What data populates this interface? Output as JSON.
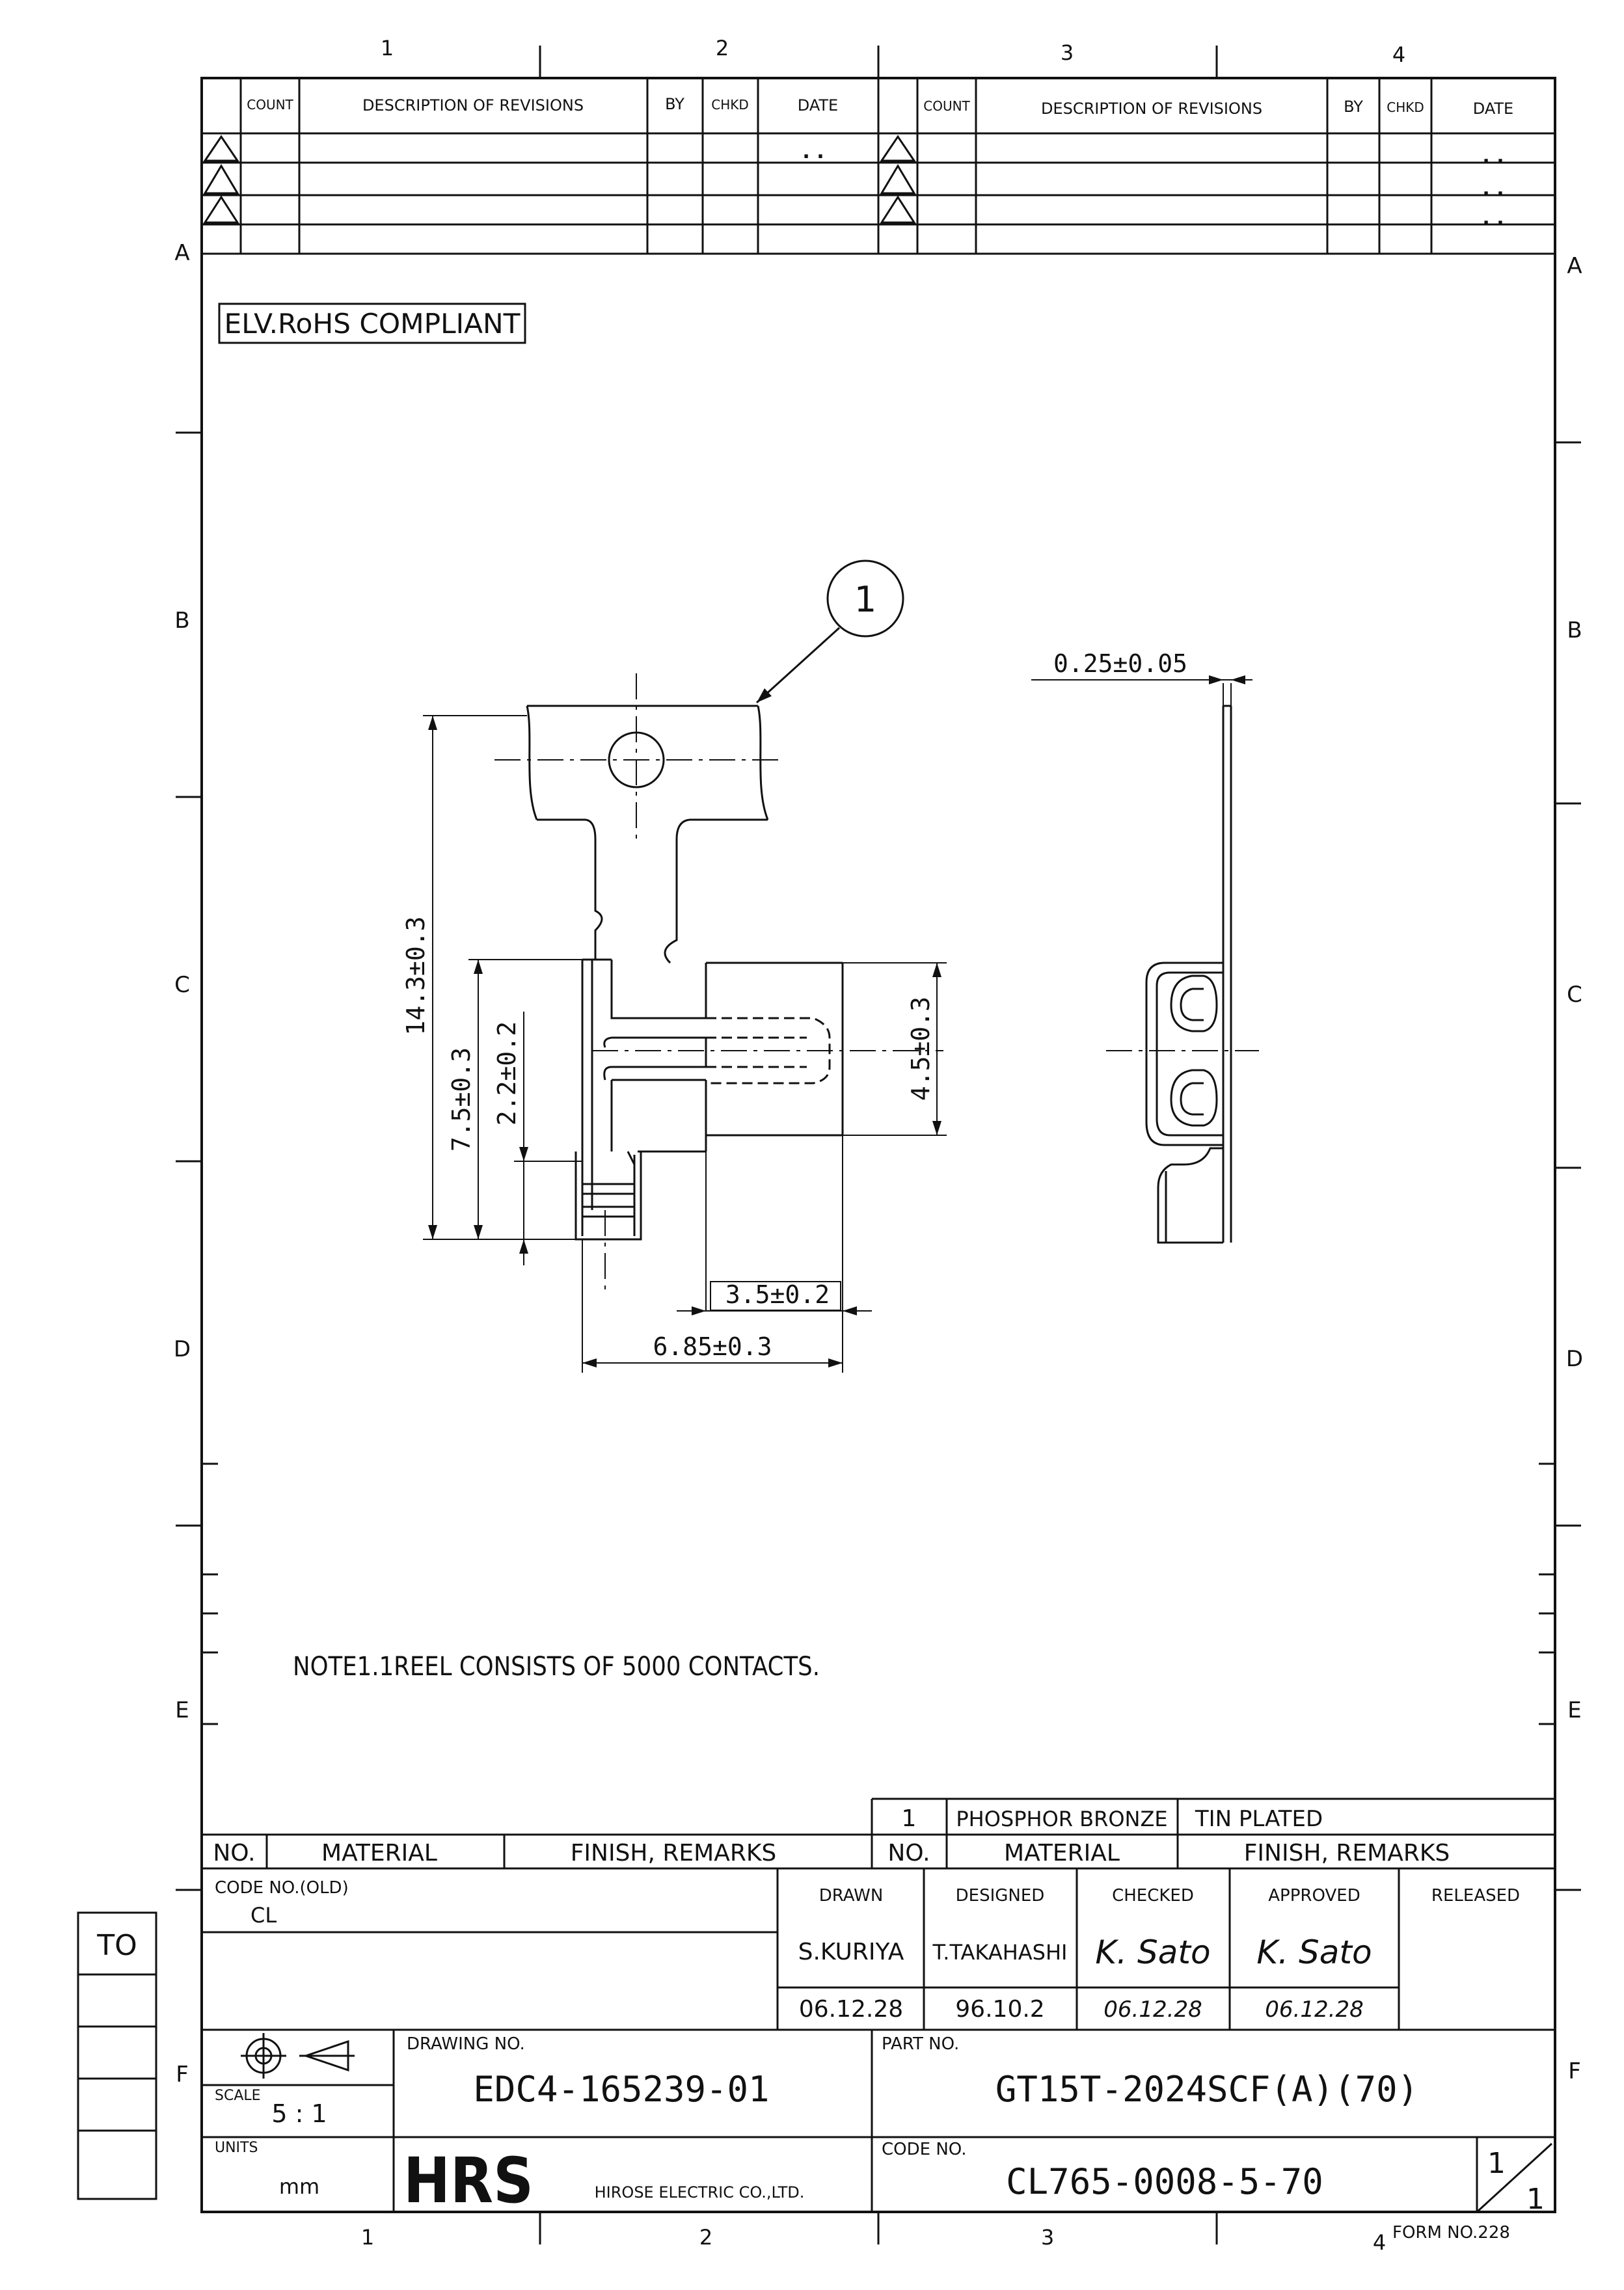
{
  "zones": {
    "columns": [
      "1",
      "2",
      "3",
      "4"
    ],
    "rows": [
      "A",
      "B",
      "C",
      "D",
      "E",
      "F"
    ]
  },
  "revision_table": {
    "headers": [
      "COUNT",
      "DESCRIPTION OF REVISIONS",
      "BY",
      "CHKD",
      "DATE"
    ],
    "date_placeholder": ". ."
  },
  "compliance_label": "ELV.RoHS COMPLIANT",
  "callout_number": "1",
  "dimensions": {
    "thickness": "0.25±0.05",
    "overall_length": "14.3±0.3",
    "length_a": "7.5±0.3",
    "length_b": "2.2±0.2",
    "width_tab": "4.5±0.3",
    "width_a": "3.5±0.2",
    "width_total": "6.85±0.3"
  },
  "note": "NOTE1.1REEL CONSISTS OF 5000 CONTACTS.",
  "materials_table": {
    "row_no": "1",
    "row_material": "PHOSPHOR BRONZE",
    "row_finish": "TIN PLATED",
    "header_no": "NO.",
    "header_material": "MATERIAL",
    "header_finish": "FINISH, REMARKS"
  },
  "title_block": {
    "code_no_old_label": "CODE NO.(OLD)",
    "code_no_old_value": "CL",
    "drawn_label": "DRAWN",
    "drawn_name": "S.KURIYA",
    "drawn_date": "06.12.28",
    "designed_label": "DESIGNED",
    "designed_name": "T.TAKAHASHI",
    "designed_date": "96.10.2",
    "checked_label": "CHECKED",
    "checked_name": "K. Sato",
    "checked_date": "06.12.28",
    "approved_label": "APPROVED",
    "approved_name": "K. Sato",
    "approved_date": "06.12.28",
    "released_label": "RELEASED",
    "drawing_no_label": "DRAWING NO.",
    "drawing_no": "EDC4-165239-01",
    "part_no_label": "PART NO.",
    "part_no": "GT15T-2024SCF(A)(70)",
    "code_no_label": "CODE NO.",
    "code_no": "CL765-0008-5-70",
    "scale_label": "SCALE",
    "scale": "5 : 1",
    "units_label": "UNITS",
    "units": "mm",
    "company_logo": "HRS",
    "company": "HIROSE ELECTRIC CO.,LTD.",
    "sheet_top": "1",
    "sheet_bottom": "1",
    "form_no": "FORM NO.228"
  },
  "side_box_label": "TO"
}
